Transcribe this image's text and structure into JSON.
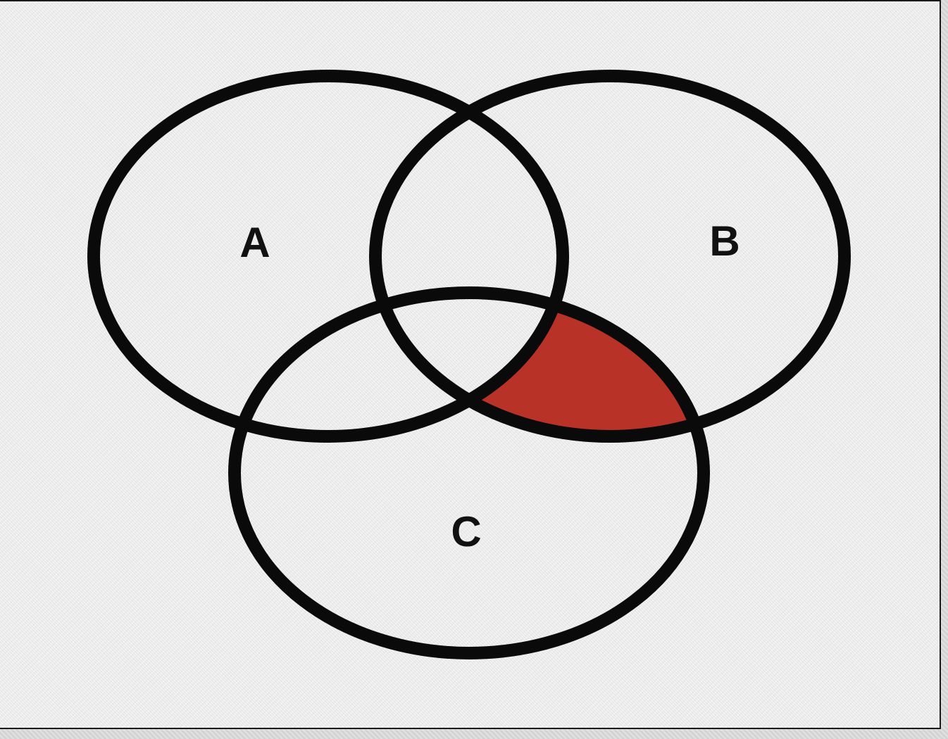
{
  "sets": {
    "a": {
      "label": "A"
    },
    "b": {
      "label": "B"
    },
    "c": {
      "label": "C"
    }
  },
  "highlighted_region": "(B ∩ C) − A",
  "colors": {
    "highlight": "#b83228",
    "outline": "#0a0a0a",
    "background": "#ececec"
  }
}
